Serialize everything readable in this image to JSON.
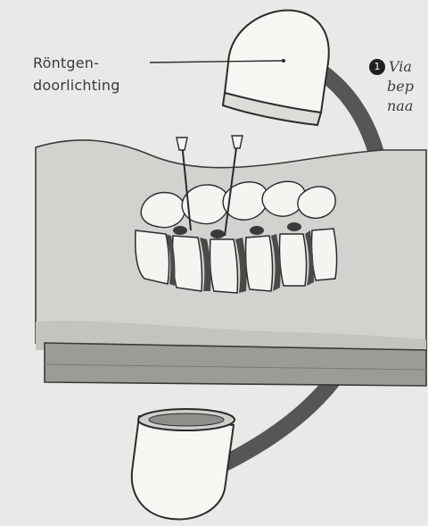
{
  "labels": {
    "xray_line1": "Röntgen-",
    "xray_line2": "doorlichting"
  },
  "step": {
    "number": "1",
    "line1": "Via",
    "line2": "bep",
    "line3": "naa"
  },
  "colors": {
    "background": "#e9e9e7",
    "body_fill": "#d2d2ce",
    "table_fill": "#9c9c97",
    "c_arm": "#565654",
    "device_fill": "#f6f6f3",
    "outline": "#2b2b2b"
  }
}
